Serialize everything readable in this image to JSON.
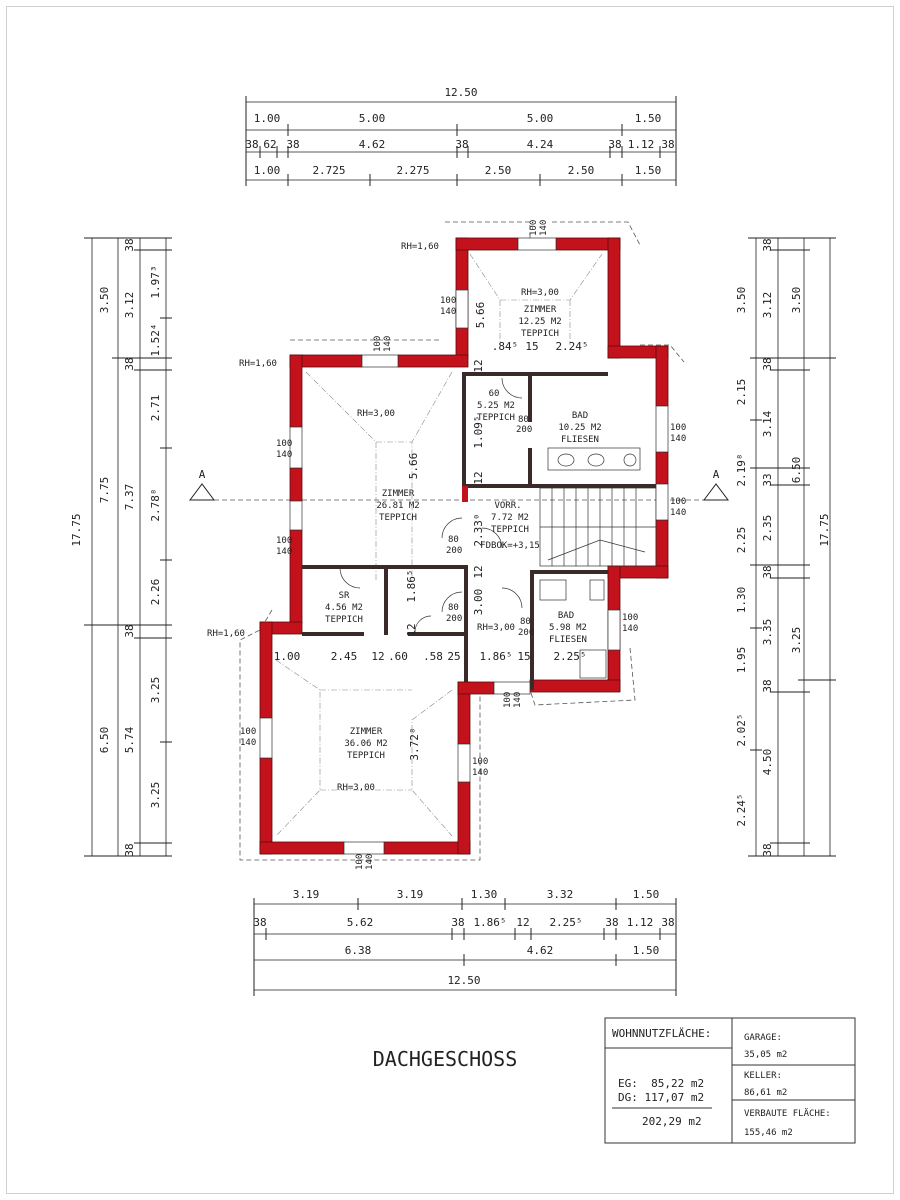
{
  "title": "DACHGESCHOSS",
  "top_dims": {
    "overall": "12.50",
    "row1": [
      "1.00",
      "5.00",
      "5.00",
      "1.50"
    ],
    "row2": [
      "38",
      "62",
      "38",
      "4.62",
      "38",
      "4.24",
      "38",
      "1.12",
      "38"
    ],
    "row3": [
      "1.00",
      "2.725",
      "2.275",
      "2.50",
      "2.50",
      "1.50"
    ]
  },
  "bottom_dims": {
    "row1": [
      "3.19",
      "3.19",
      "1.30",
      "3.32",
      "1.50"
    ],
    "row2": [
      "38",
      "5.62",
      "38",
      "1.86⁵",
      "12",
      "2.25⁵",
      "38",
      "1.12",
      "38"
    ],
    "row3": [
      "6.38",
      "4.62",
      "1.50"
    ],
    "overall": "12.50"
  },
  "left_dims": {
    "outer": "17.75",
    "mid": [
      "7.75",
      "6.50"
    ],
    "col_a": [
      "3.50",
      "3.12",
      "7.37",
      "5.74"
    ],
    "col_b": [
      "38",
      "38",
      "38",
      "38"
    ],
    "col_c": [
      "1.97³",
      "1.52⁴",
      "2.71",
      "2.78⁸",
      "2.26",
      "3.25",
      "3.25"
    ]
  },
  "right_dims": {
    "outer": "17.75",
    "col_a": [
      "3.50",
      "6.50",
      "3.25"
    ],
    "col_b": [
      "38",
      "3.12",
      "38",
      "3.14",
      "33",
      "2.35",
      "38",
      "3.35",
      "38",
      "4.50",
      "38"
    ],
    "col_c": [
      "3.50",
      "2.15",
      "2.19⁸",
      "2.25",
      "1.30",
      "1.95",
      "2.02⁵",
      "2.24⁵"
    ]
  },
  "rooms": [
    {
      "name": "ZIMMER",
      "area": "12.25 M2",
      "floor": "TEPPICH",
      "rh": "RH=3,00"
    },
    {
      "name": "ZIMMER",
      "area": "26.81 M2",
      "floor": "TEPPICH",
      "rh": "RH=3,00"
    },
    {
      "name": "BAD",
      "area": "10.25 M2",
      "floor": "FLIESEN"
    },
    {
      "name": "60",
      "area": "5.25 M2",
      "floor": "TEPPICH"
    },
    {
      "name": "VORR.",
      "area": "7.72 M2",
      "floor": "TEPPICH",
      "extra": "FDBOK=+3,15"
    },
    {
      "name": "SR",
      "area": "4.56 M2",
      "floor": "TEPPICH"
    },
    {
      "name": "BAD",
      "area": "5.98 M2",
      "floor": "FLIESEN",
      "rh": "RH=3,00"
    },
    {
      "name": "ZIMMER",
      "area": "36.06 M2",
      "floor": "TEPPICH",
      "rh": "RH=3,00"
    }
  ],
  "windows": [
    "100",
    "140"
  ],
  "doors": [
    "80",
    "200"
  ],
  "rh_side": "RH=1,60",
  "inner_dims": [
    "5.66",
    "5.66",
    ".84⁵",
    "15",
    "2.24⁵",
    "12",
    "1.09⁵",
    "12",
    "2.33⁰",
    "12",
    "3.00",
    "1.86⁵",
    "1.00",
    "2.45",
    "12",
    ".60",
    ".58",
    "25",
    "1.86⁵",
    "15",
    "2.25⁵",
    "3.72⁸",
    "12"
  ],
  "section_marker": "A",
  "area_table": {
    "heading": "WOHNNUTZFLÄCHE:",
    "eg": "EG:  85,22 m2",
    "dg": "DG: 117,07 m2",
    "total": "202,29 m2",
    "garage_label": "GARAGE:",
    "garage_value": "35,05 m2",
    "keller_label": "KELLER:",
    "keller_value": "86,61 m2",
    "verbaut_label": "VERBAUTE FLÄCHE:",
    "verbaut_value": "155,46 m2"
  },
  "colors": {
    "wall": "#c4121c",
    "line": "#222222"
  }
}
